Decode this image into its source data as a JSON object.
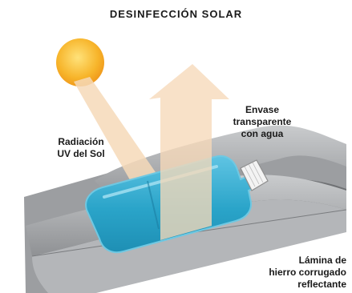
{
  "title": "DESINFECCIÓN  SOLAR",
  "labels": {
    "radiation": "Radiación\nUV del Sol",
    "container": "Envase\ntransparente\ncon agua",
    "sheet": "Lámina de\nhierro corrugado\nreflectante"
  },
  "colors": {
    "sun": "#f6a623",
    "beam": "#f6d9b8",
    "metal": "#a6a8ab",
    "metal_dark": "#76787b",
    "bottle": "#2aa4c9",
    "bottle_light": "#7fd2ea"
  }
}
